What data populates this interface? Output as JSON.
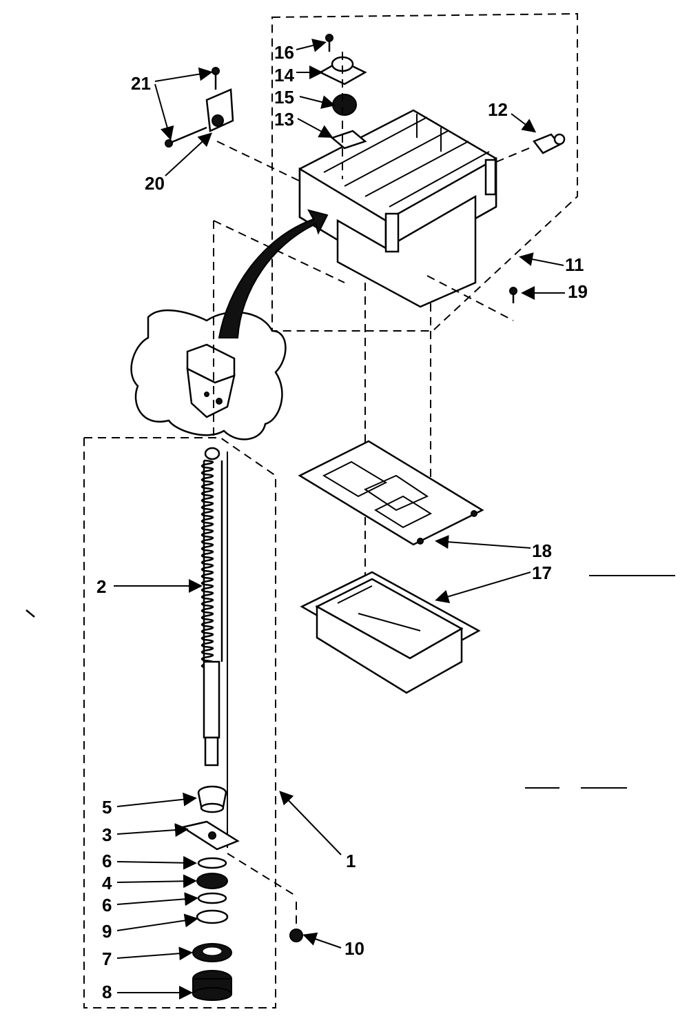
{
  "labels": {
    "l1": "1",
    "l2": "2",
    "l3": "3",
    "l4": "4",
    "l5": "5",
    "l6a": "6",
    "l6b": "6",
    "l7": "7",
    "l8": "8",
    "l9": "9",
    "l10": "10",
    "l11": "11",
    "l12": "12",
    "l13": "13",
    "l14": "14",
    "l15": "15",
    "l16": "16",
    "l17": "17",
    "l18": "18",
    "l19": "19",
    "l20": "20",
    "l21": "21"
  }
}
